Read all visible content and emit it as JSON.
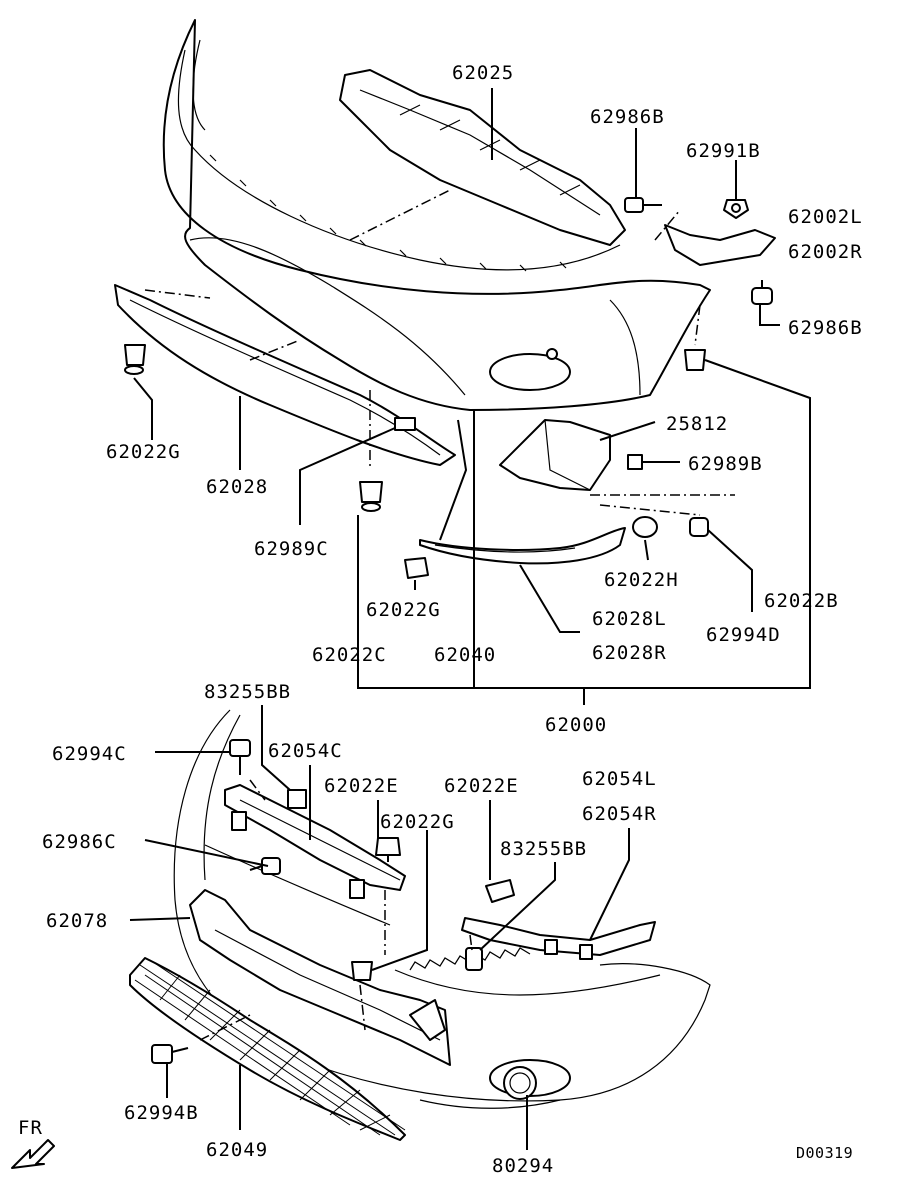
{
  "labels": {
    "l62025": "62025",
    "l62986B_top": "62986B",
    "l62991B": "62991B",
    "l62002L": "62002L",
    "l62002R": "62002R",
    "l62986B_right": "62986B",
    "l62022G_left": "62022G",
    "l62028": "62028",
    "l25812": "25812",
    "l62989B": "62989B",
    "l62989C": "62989C",
    "l62022H": "62022H",
    "l62022B": "62022B",
    "l62022G_mid": "62022G",
    "l62028L": "62028L",
    "l62028R": "62028R",
    "l62994D": "62994D",
    "l62022C": "62022C",
    "l62040": "62040",
    "l62000": "62000",
    "l83255BB_top": "83255BB",
    "l62994C": "62994C",
    "l62054C": "62054C",
    "l62022E_1": "62022E",
    "l62022E_2": "62022E",
    "l62054L": "62054L",
    "l62054R": "62054R",
    "l62022G_low": "62022G",
    "l62986C": "62986C",
    "l83255BB_low": "83255BB",
    "l62078": "62078",
    "l62994B": "62994B",
    "l62049": "62049",
    "l80294": "80294",
    "fr": "FR",
    "diagram_code": "D00319"
  }
}
